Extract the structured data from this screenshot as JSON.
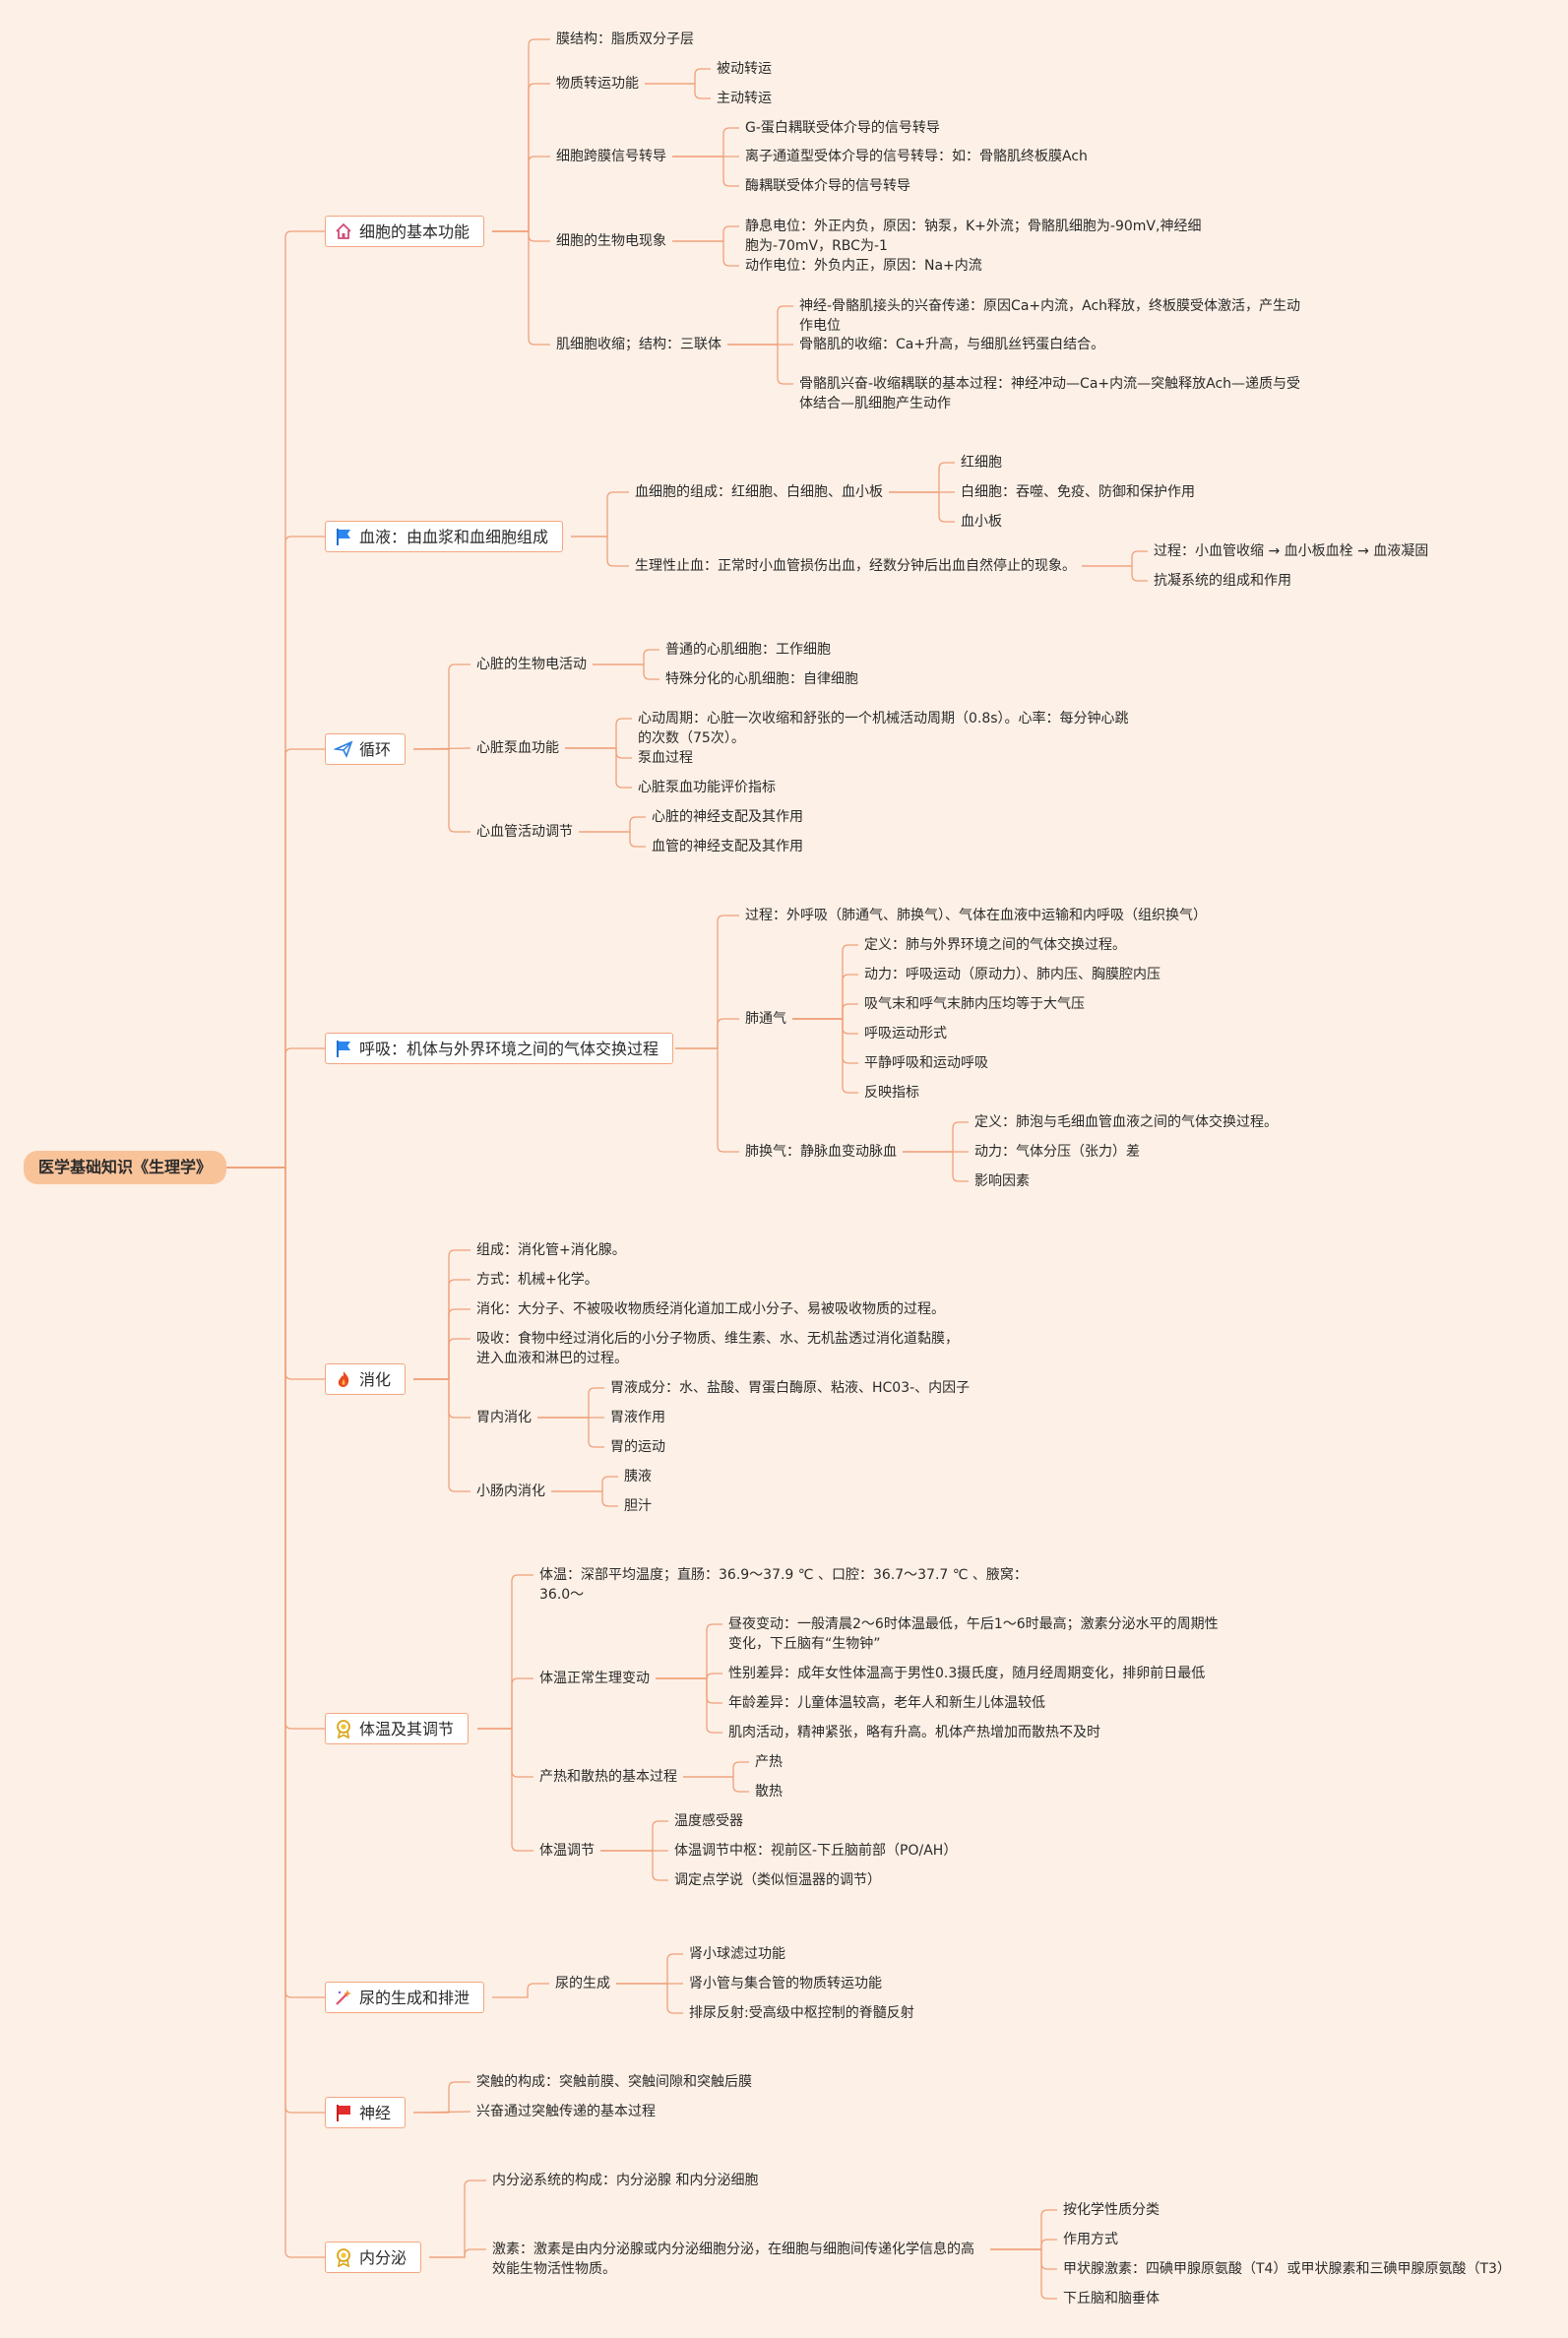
{
  "root": "医学基础知识《生理学》",
  "sections": [
    {
      "key": "cell",
      "label": "细胞的基本功能",
      "icon": "house-icon",
      "items": {
        "c1": "膜结构：脂质双分子层",
        "c2": "物质转运功能",
        "c2a": "被动转运",
        "c2b": "主动转运",
        "c3": "细胞跨膜信号转导",
        "c3a": "G-蛋白耦联受体介导的信号转导",
        "c3b": "离子通道型受体介导的信号转导：如：骨骼肌终板膜Ach",
        "c3c": "酶耦联受体介导的信号转导",
        "c4": "细胞的生物电现象",
        "c4a": "静息电位：外正内负，原因：钠泵，K+外流；骨骼肌细胞为-90mV,神经细胞为-70mV，RBC为-1",
        "c4b": "动作电位：外负内正，原因：Na+内流",
        "c5": "肌细胞收缩；结构：三联体",
        "c5a": "神经-骨骼肌接头的兴奋传递：原因Ca+内流，Ach释放，终板膜受体激活，产生动作电位",
        "c5b": "骨骼肌的收缩：Ca+升高，与细肌丝钙蛋白结合。",
        "c5c": "骨骼肌兴奋-收缩耦联的基本过程：神经冲动—Ca+内流—突触释放Ach—递质与受体结合—肌细胞产生动作"
      }
    },
    {
      "key": "blood",
      "label": "血液：由血浆和血细胞组成",
      "icon": "flag-icon",
      "items": {
        "b1": "血细胞的组成：红细胞、白细胞、血小板",
        "b1a": "红细胞",
        "b1b": "白细胞：吞噬、免疫、防御和保护作用",
        "b1c": "血小板",
        "b2": "生理性止血：正常时小血管损伤出血，经数分钟后出血自然停止的现象。",
        "b2a": "过程：小血管收缩 → 血小板血栓 → 血液凝固",
        "b2b": "抗凝系统的组成和作用"
      }
    },
    {
      "key": "circ",
      "label": "循环",
      "icon": "paper-plane-icon",
      "items": {
        "x1": "心脏的生物电活动",
        "x1a": "普通的心肌细胞：工作细胞",
        "x1b": "特殊分化的心肌细胞：自律细胞",
        "x2": "心脏泵血功能",
        "x2a": "心动周期：心脏一次收缩和舒张的一个机械活动周期（0.8s）。心率：每分钟心跳的次数（75次）。",
        "x2b": "泵血过程",
        "x2c": "心脏泵血功能评价指标",
        "x3": "心血管活动调节",
        "x3a": "心脏的神经支配及其作用",
        "x3b": "血管的神经支配及其作用"
      }
    },
    {
      "key": "resp",
      "label": "呼吸：机体与外界环境之间的气体交换过程",
      "icon": "flag-icon",
      "items": {
        "r1": "过程：外呼吸（肺通气、肺换气）、气体在血液中运输和内呼吸（组织换气）",
        "r2": "肺通气",
        "r2a": "定义：肺与外界环境之间的气体交换过程。",
        "r2b": "动力：呼吸运动（原动力）、肺内压、胸膜腔内压",
        "r2c": "吸气末和呼气末肺内压均等于大气压",
        "r2d": "呼吸运动形式",
        "r2e": "平静呼吸和运动呼吸",
        "r2f": "反映指标",
        "r3": "肺换气：静脉血变动脉血",
        "r3a": "定义：肺泡与毛细血管血液之间的气体交换过程。",
        "r3b": "动力：气体分压（张力）差",
        "r3c": "影响因素"
      }
    },
    {
      "key": "dig",
      "label": "消化",
      "icon": "fire-icon",
      "items": {
        "d1": "组成：消化管+消化腺。",
        "d2": "方式：机械+化学。",
        "d3": "消化：大分子、不被吸收物质经消化道加工成小分子、易被吸收物质的过程。",
        "d4": "吸收：食物中经过消化后的小分子物质、维生素、水、无机盐透过消化道黏膜，进入血液和淋巴的过程。",
        "d5": "胃内消化",
        "d5a": "胃液成分：水、盐酸、胃蛋白酶原、粘液、HC03-、内因子",
        "d5b": "胃液作用",
        "d5c": "胃的运动",
        "d6": "小肠内消化",
        "d6a": "胰液",
        "d6b": "胆汁"
      }
    },
    {
      "key": "temp",
      "label": "体温及其调节",
      "icon": "medal-icon",
      "items": {
        "t1": "体温：深部平均温度；直肠：36.9～37.9 ℃ 、口腔：36.7～37.7 ℃ 、腋窝：36.0～",
        "t2": "体温正常生理变动",
        "t2a": "昼夜变动：一般清晨2～6时体温最低，午后1～6时最高；激素分泌水平的周期性变化，下丘脑有“生物钟”",
        "t2b": "性别差异：成年女性体温高于男性0.3摄氏度，随月经周期变化，排卵前日最低",
        "t2c": "年龄差异：儿童体温较高，老年人和新生儿体温较低",
        "t2d": "肌肉活动，精神紧张，略有升高。机体产热增加而散热不及时",
        "t3": "产热和散热的基本过程",
        "t3a": "产热",
        "t3b": "散热",
        "t4": "体温调节",
        "t4a": "温度感受器",
        "t4b": "体温调节中枢：视前区-下丘脑前部（PO/AH）",
        "t4c": "调定点学说（类似恒温器的调节）"
      }
    },
    {
      "key": "urine",
      "label": "尿的生成和排泄",
      "icon": "magic-wand-icon",
      "items": {
        "u1": "尿的生成",
        "u1a": "肾小球滤过功能",
        "u1b": "肾小管与集合管的物质转运功能",
        "u1c": "排尿反射:受高级中枢控制的脊髓反射"
      }
    },
    {
      "key": "nerve",
      "label": "神经",
      "icon": "red-flag-icon",
      "items": {
        "n1": "突触的构成：突触前膜、突触间隙和突触后膜",
        "n2": "兴奋通过突触传递的基本过程"
      }
    },
    {
      "key": "endo",
      "label": "内分泌",
      "icon": "medal-icon",
      "items": {
        "e1": "内分泌系统的构成：内分泌腺 和内分泌细胞",
        "e2": "激素：激素是由内分泌腺或内分泌细胞分泌，在细胞与细胞间传递化学信息的高效能生物活性物质。",
        "e2a": "按化学性质分类",
        "e2b": "作用方式",
        "e2c": "甲状腺激素：四碘甲腺原氨酸（T4）或甲状腺素和三碘甲腺原氨酸（T3）",
        "e2d": "下丘脑和脑垂体"
      }
    }
  ],
  "colors": {
    "background": "#fdf0e6",
    "line": "#f0a07a",
    "root_fill": "#f9c39a",
    "node_border": "#f3a680",
    "text": "#2b2b2b"
  }
}
